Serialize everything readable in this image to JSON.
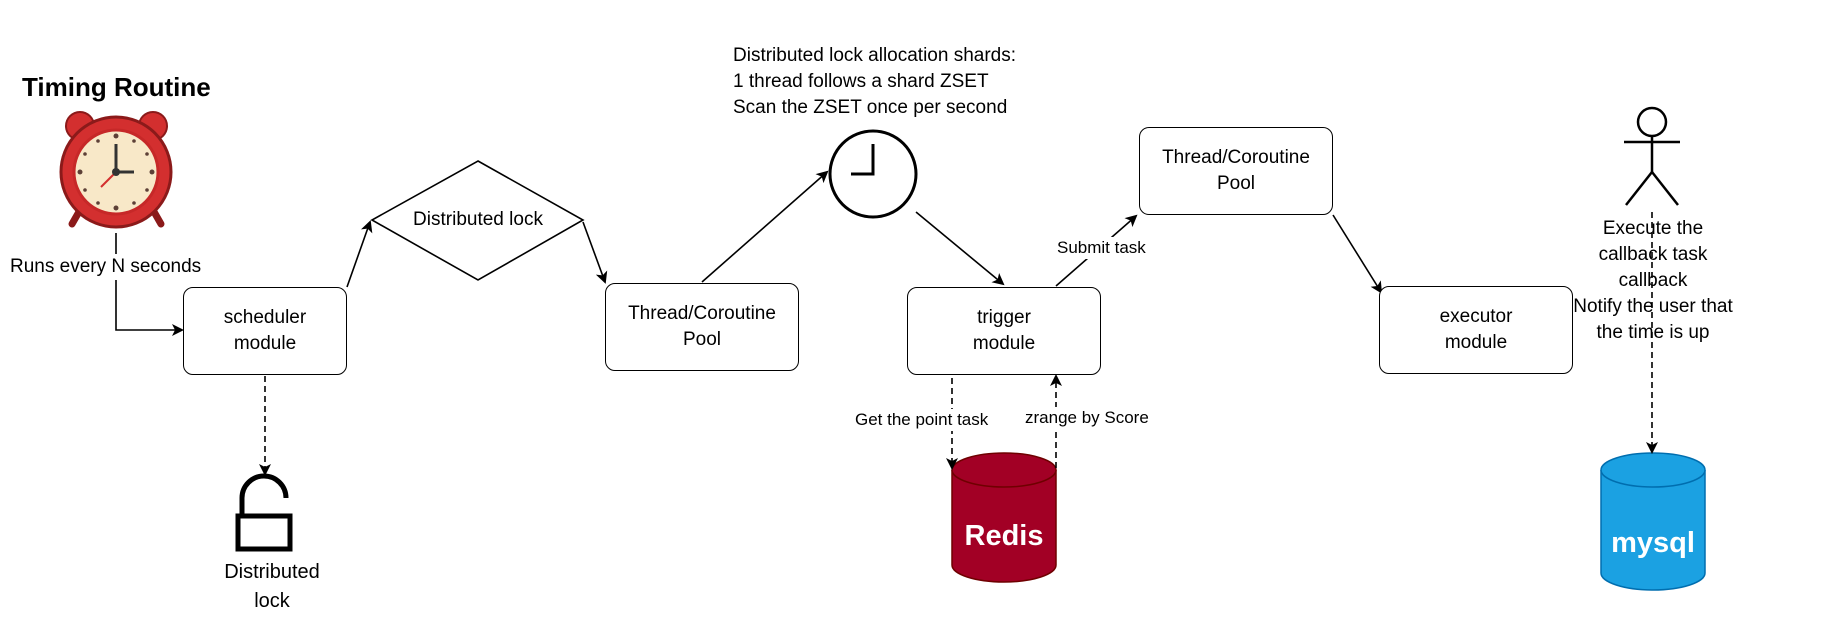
{
  "title": "Timing Routine",
  "runs_label": "Runs every N seconds",
  "nodes": {
    "scheduler": "scheduler\nmodule",
    "distributed_lock_decision": "Distributed lock",
    "pool_1": "Thread/Coroutine\nPool",
    "trigger": "trigger\nmodule",
    "pool_2": "Thread/Coroutine\nPool",
    "executor": "executor\nmodule",
    "lock_icon_label": "Distributed\nlock",
    "redis": "Redis",
    "mysql": "mysql"
  },
  "notes": {
    "shards": "Distributed lock allocation shards:\n1 thread follows a shard ZSET\nScan the ZSET once per second",
    "callback": "Execute the callback task callback\nNotify the user that the time is up"
  },
  "edge_labels": {
    "submit_task": "Submit task",
    "get_point_task": "Get the point task",
    "zrange": "zrange by Score"
  },
  "colors": {
    "redis": "#a20025",
    "mysql": "#1ba1e2",
    "clock_red": "#d32f2f"
  }
}
